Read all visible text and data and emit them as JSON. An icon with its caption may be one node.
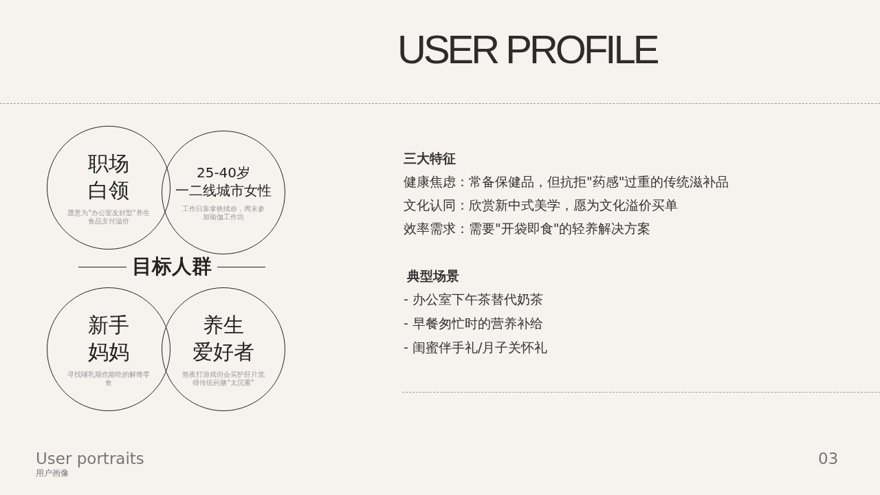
{
  "diagram": {
    "title": "USER PROFILE",
    "nodes": [
      {
        "text": [
          "职场白领",
          "愿意为\"办公室友好型\"养生食品支付溢价"
        ]
      },
      {
        "text": [
          "25-40岁一二线城市女性",
          "工作日靠拿铁续命，周末参加瑜伽工作坊"
        ]
      },
      {
        "text": [
          "新手妈妈",
          "寻找哺乳期也能吃的解馋零食"
        ]
      },
      {
        "text": [
          "养生爱好者",
          "熬夜打游戏但会买护肝片觉得传统药膳\"太沉重\""
        ]
      }
    ],
    "labels": [
      "目标人群",
      "三大特征",
      "健康焦虑：常备保健品，但抗拒\"药感\"过重的传统滋补品",
      "文化认同：欣赏新中式美学，愿为文化溢价买单",
      "效率需求：需要\"开袋即食\"的轻养解决方案",
      "典型场景",
      "- 办公室下午茶替代奶茶",
      "- 早餐匆忙时的营养补给",
      "- 闺蜜伴手礼/月子关怀礼",
      "User portraits",
      "用户画像",
      "03"
    ]
  }
}
